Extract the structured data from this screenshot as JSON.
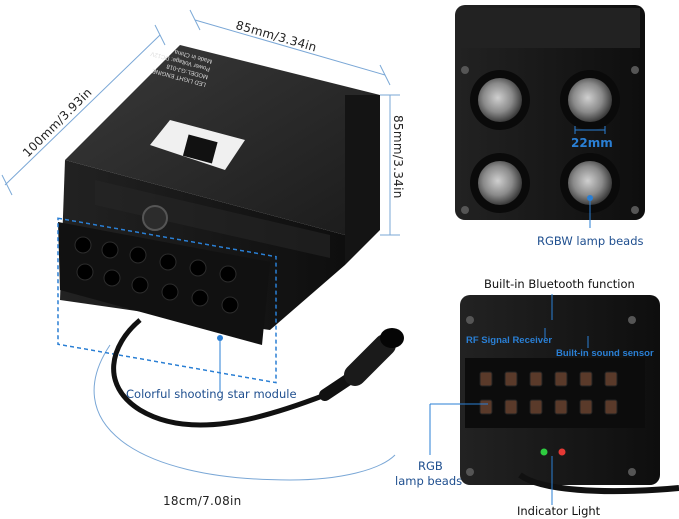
{
  "dimensions": {
    "width": "85mm/3.34in",
    "length": "100mm/3.93in",
    "height": "85mm/3.34in",
    "cable": "18cm/7.08in",
    "port": "22mm"
  },
  "device_label": {
    "line1": "LED LIGHT ENGINE",
    "line2": "MODEL:GJ-018",
    "line3": "Power Voltage: DC12V",
    "line4": "Made in China"
  },
  "callouts": {
    "shooting_star": "Colorful shooting star module",
    "rgbw": "RGBW lamp beads",
    "bluetooth": "Built-in Bluetooth function",
    "rf": "RF Signal Receiver",
    "sound": "Built-in sound sensor",
    "rgb_line1": "RGB",
    "rgb_line2": "lamp beads",
    "indicator": "Indicator Light"
  },
  "colors": {
    "accent": "#2a7fd4",
    "device_body": "#1a1a1a",
    "label_blue": "#1f4f8f"
  }
}
